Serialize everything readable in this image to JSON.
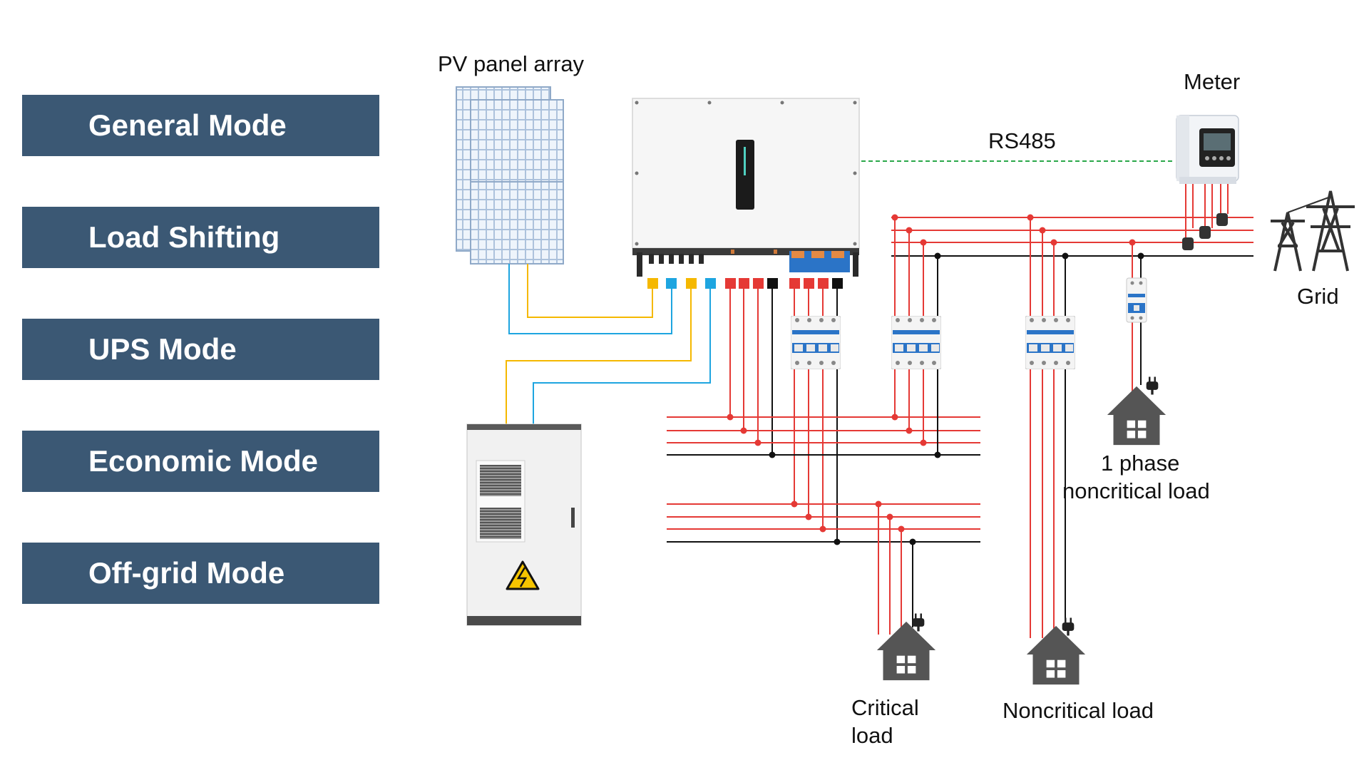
{
  "modes": [
    {
      "label": "General Mode"
    },
    {
      "label": "Load Shifting"
    },
    {
      "label": "UPS Mode"
    },
    {
      "label": "Economic Mode"
    },
    {
      "label": "Off-grid Mode"
    }
  ],
  "labels": {
    "pv_array": "PV panel array",
    "meter": "Meter",
    "rs485": "RS485",
    "grid": "Grid",
    "single_phase_line1": "1 phase",
    "single_phase_line2": "noncritical load",
    "critical_line1": "Critical",
    "critical_line2": "load",
    "noncritical": "Noncritical load"
  },
  "colors": {
    "mode_button": "#3b5874",
    "phase_wire": "#e53935",
    "neutral_wire": "#111111",
    "pv_positive_wire": "#f5b800",
    "pv_negative_wire": "#1ea5e0",
    "rs485_link": "#2aa84a",
    "house": "#555555"
  },
  "icons": {
    "pv": "solar-panel-icon",
    "inverter": "hybrid-inverter-icon",
    "battery": "battery-cabinet-icon",
    "meter": "energy-meter-icon",
    "grid": "transmission-tower-icon",
    "breaker": "circuit-breaker-icon",
    "house": "house-icon"
  }
}
